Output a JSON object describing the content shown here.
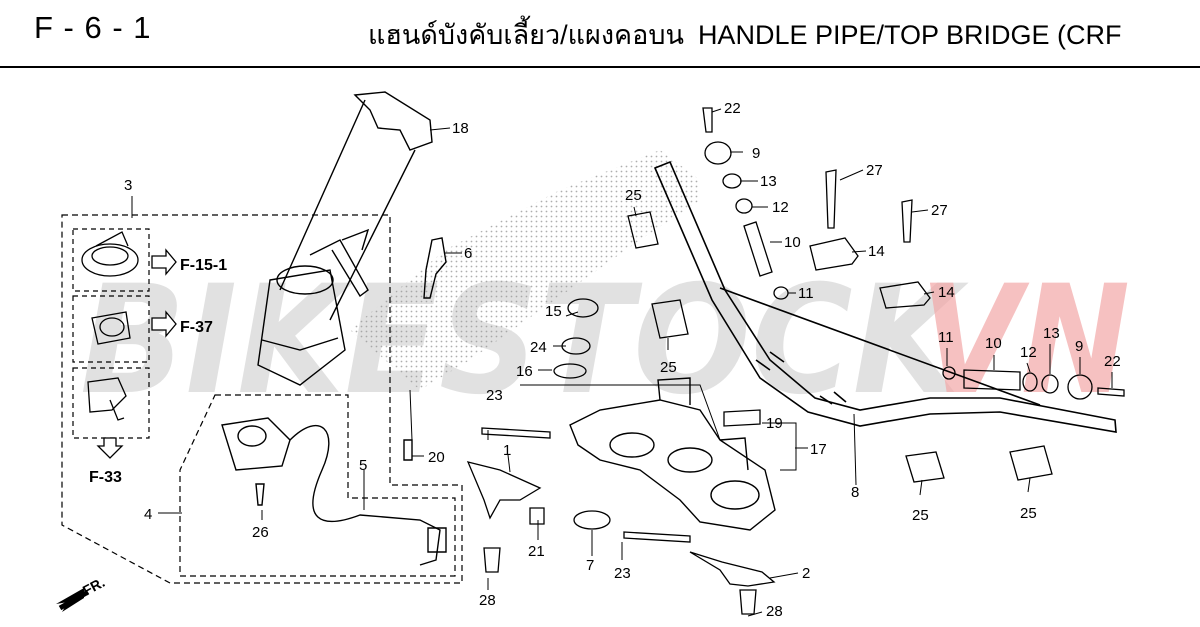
{
  "header": {
    "code": "F - 6 - 1",
    "title_thai": "แฮนด์บังคับเลี้ยว/แผงคอบน",
    "title_en": "HANDLE PIPE/TOP BRIDGE (CRF"
  },
  "watermark": {
    "left": "BIKESTOCK",
    "right": "VN",
    "left_color": "#c9c9c9",
    "right_color": "#f2a6a6"
  },
  "refs": {
    "r1": "F-15-1",
    "r2": "F-37",
    "r3": "F-33"
  },
  "direction_label": "FR.",
  "callouts": {
    "c1": "1",
    "c2": "2",
    "c3": "3",
    "c4": "4",
    "c5": "5",
    "c6": "6",
    "c7": "7",
    "c8": "8",
    "c9a": "9",
    "c9b": "9",
    "c10a": "10",
    "c10b": "10",
    "c11a": "11",
    "c11b": "11",
    "c12a": "12",
    "c12b": "12",
    "c13a": "13",
    "c13b": "13",
    "c14a": "14",
    "c14b": "14",
    "c15": "15",
    "c16": "16",
    "c17": "17",
    "c18": "18",
    "c19": "19",
    "c20": "20",
    "c21": "21",
    "c22a": "22",
    "c22b": "22",
    "c23a": "23",
    "c23b": "23",
    "c24": "24",
    "c25a": "25",
    "c25b": "25",
    "c25c": "25",
    "c25d": "25",
    "c26": "26",
    "c27a": "27",
    "c27b": "27",
    "c28a": "28",
    "c28b": "28"
  }
}
